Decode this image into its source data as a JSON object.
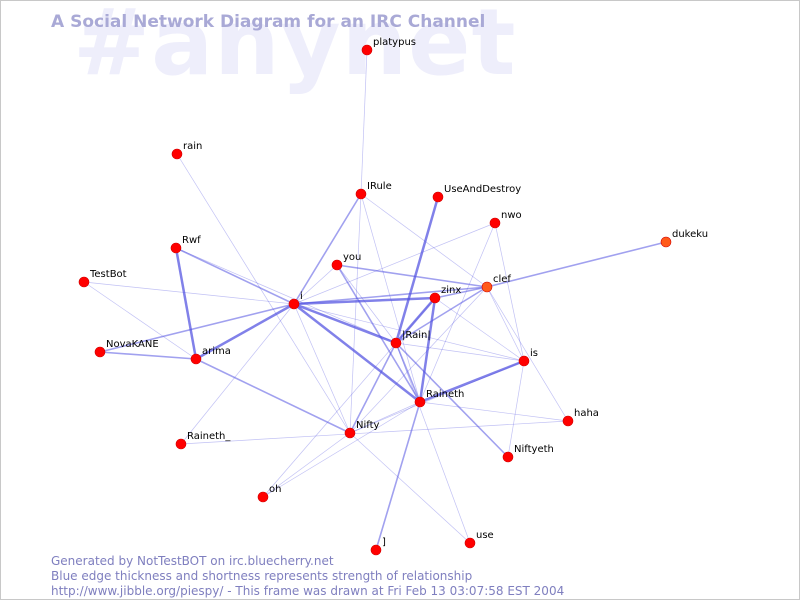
{
  "watermark": "#anynet",
  "title": "A Social Network Diagram for an IRC Channel",
  "footer": {
    "line1": "Generated by NotTestBOT on irc.bluecherry.net",
    "line2": "Blue edge thickness and shortness represents strength of relationship",
    "line3": "http://www.jibble.org/piespy/ - This frame was drawn at Fri Feb 13 03:07:58 EST 2004"
  },
  "colors": {
    "node": "#ff0000",
    "node_highlight": "#ff5a1a",
    "node_stroke": "#d00000",
    "edge": "#4d4de0",
    "watermark": "#eeeefb",
    "title": "#a9a9d6",
    "footer": "#7f7fbf"
  },
  "nodes": [
    {
      "id": "platypus",
      "label": "platypus"
    },
    {
      "id": "rain",
      "label": "rain"
    },
    {
      "id": "IRule",
      "label": "IRule"
    },
    {
      "id": "UseAndDestroy",
      "label": "UseAndDestroy"
    },
    {
      "id": "nwo",
      "label": "nwo"
    },
    {
      "id": "dukeku",
      "label": "dukeku",
      "highlight": true
    },
    {
      "id": "Rwf",
      "label": "Rwf"
    },
    {
      "id": "you",
      "label": "you"
    },
    {
      "id": "TestBot",
      "label": "TestBot"
    },
    {
      "id": "clef",
      "label": "clef",
      "highlight": true
    },
    {
      "id": "zinx",
      "label": "zinx"
    },
    {
      "id": "i",
      "label": "i"
    },
    {
      "id": "IRainI",
      "label": "|Rain|"
    },
    {
      "id": "NovaKANE",
      "label": "NovaKANE"
    },
    {
      "id": "arima",
      "label": "arima"
    },
    {
      "id": "is",
      "label": "is"
    },
    {
      "id": "Raineth",
      "label": "Raineth"
    },
    {
      "id": "haha",
      "label": "haha"
    },
    {
      "id": "Nifty",
      "label": "Nifty"
    },
    {
      "id": "Raineth_",
      "label": "Raineth_"
    },
    {
      "id": "Niftyeth",
      "label": "Niftyeth"
    },
    {
      "id": "oh",
      "label": "oh"
    },
    {
      "id": "use",
      "label": "use"
    },
    {
      "id": "bracket",
      "label": "]"
    }
  ],
  "edges": [
    {
      "source": "platypus",
      "target": "IRule",
      "weight": 1
    },
    {
      "source": "rain",
      "target": "Nifty",
      "weight": 1
    },
    {
      "source": "Rwf",
      "target": "i",
      "weight": 2
    },
    {
      "source": "Rwf",
      "target": "arima",
      "weight": 3
    },
    {
      "source": "Rwf",
      "target": "IRainI",
      "weight": 1
    },
    {
      "source": "TestBot",
      "target": "i",
      "weight": 1
    },
    {
      "source": "TestBot",
      "target": "arima",
      "weight": 1
    },
    {
      "source": "NovaKANE",
      "target": "arima",
      "weight": 2
    },
    {
      "source": "NovaKANE",
      "target": "i",
      "weight": 2
    },
    {
      "source": "arima",
      "target": "i",
      "weight": 3
    },
    {
      "source": "arima",
      "target": "Nifty",
      "weight": 2
    },
    {
      "source": "i",
      "target": "IRule",
      "weight": 2
    },
    {
      "source": "i",
      "target": "you",
      "weight": 1
    },
    {
      "source": "i",
      "target": "zinx",
      "weight": 3
    },
    {
      "source": "i",
      "target": "clef",
      "weight": 2
    },
    {
      "source": "i",
      "target": "nwo",
      "weight": 1
    },
    {
      "source": "i",
      "target": "IRainI",
      "weight": 3
    },
    {
      "source": "i",
      "target": "Raineth",
      "weight": 3
    },
    {
      "source": "i",
      "target": "Nifty",
      "weight": 1
    },
    {
      "source": "i",
      "target": "Raineth_",
      "weight": 1
    },
    {
      "source": "i",
      "target": "is",
      "weight": 1
    },
    {
      "source": "you",
      "target": "clef",
      "weight": 2
    },
    {
      "source": "you",
      "target": "IRainI",
      "weight": 1
    },
    {
      "source": "you",
      "target": "Raineth",
      "weight": 2
    },
    {
      "source": "IRule",
      "target": "clef",
      "weight": 1
    },
    {
      "source": "IRule",
      "target": "Raineth",
      "weight": 1
    },
    {
      "source": "IRule",
      "target": "Nifty",
      "weight": 1
    },
    {
      "source": "UseAndDestroy",
      "target": "IRainI",
      "weight": 3
    },
    {
      "source": "nwo",
      "target": "is",
      "weight": 1
    },
    {
      "source": "nwo",
      "target": "Raineth",
      "weight": 1
    },
    {
      "source": "dukeku",
      "target": "clef",
      "weight": 2
    },
    {
      "source": "clef",
      "target": "zinx",
      "weight": 2
    },
    {
      "source": "clef",
      "target": "IRainI",
      "weight": 2
    },
    {
      "source": "clef",
      "target": "is",
      "weight": 1
    },
    {
      "source": "clef",
      "target": "haha",
      "weight": 1
    },
    {
      "source": "clef",
      "target": "Nifty",
      "weight": 1
    },
    {
      "source": "zinx",
      "target": "IRainI",
      "weight": 3
    },
    {
      "source": "zinx",
      "target": "Raineth",
      "weight": 3
    },
    {
      "source": "zinx",
      "target": "is",
      "weight": 1
    },
    {
      "source": "zinx",
      "target": "oh",
      "weight": 1
    },
    {
      "source": "IRainI",
      "target": "Nifty",
      "weight": 2
    },
    {
      "source": "IRainI",
      "target": "Raineth",
      "weight": 2
    },
    {
      "source": "IRainI",
      "target": "is",
      "weight": 1
    },
    {
      "source": "IRainI",
      "target": "Niftyeth",
      "weight": 2
    },
    {
      "source": "IRainI",
      "target": "use",
      "weight": 1
    },
    {
      "source": "Raineth",
      "target": "is",
      "weight": 3
    },
    {
      "source": "Raineth",
      "target": "haha",
      "weight": 1
    },
    {
      "source": "Raineth",
      "target": "Nifty",
      "weight": 1
    },
    {
      "source": "Raineth",
      "target": "bracket",
      "weight": 2
    },
    {
      "source": "Raineth",
      "target": "oh",
      "weight": 1
    },
    {
      "source": "Raineth_",
      "target": "haha",
      "weight": 1
    },
    {
      "source": "is",
      "target": "Niftyeth",
      "weight": 1
    },
    {
      "source": "is",
      "target": "Nifty",
      "weight": 1
    },
    {
      "source": "Nifty",
      "target": "oh",
      "weight": 1
    },
    {
      "source": "Nifty",
      "target": "use",
      "weight": 1
    }
  ]
}
